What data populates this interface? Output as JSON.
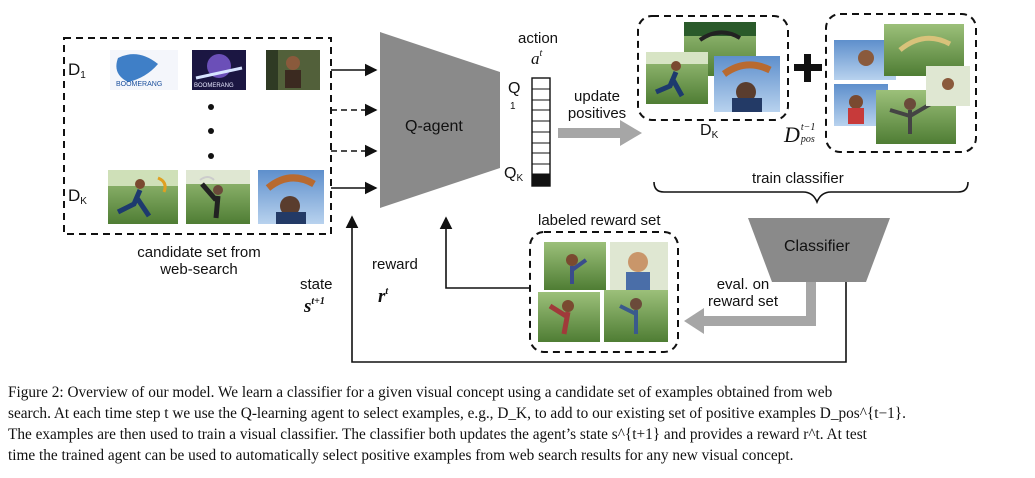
{
  "diagram": {
    "d1_label": "D",
    "d1_sub": "1",
    "dk_label": "D",
    "dk_sub": "K",
    "candidate_caption_line1": "candidate set from",
    "candidate_caption_line2": "web-search",
    "thumbnail_logo_1": "BOOMERANG",
    "thumbnail_logo_2": "BOOMERANG",
    "q_agent_label": "Q-agent",
    "action_label": "action",
    "action_symbol": "a",
    "action_sup": "t",
    "q1_label": "Q",
    "q1_sub": "1",
    "qk_label": "Q",
    "qk_sub": "K",
    "update_line1": "update",
    "update_line2": "positives",
    "dk_pos_label": "D",
    "dk_pos_sub": "K",
    "dpos_symbol": "D",
    "dpos_sup": "t−1",
    "dpos_sub": "pos",
    "train_classifier_label": "train classifier",
    "classifier_label": "Classifier",
    "labeled_reward_set_label": "labeled reward set",
    "eval_line1": "eval. on",
    "eval_line2": "reward set",
    "reward_label": "reward",
    "reward_symbol": "r",
    "reward_sup": "t",
    "state_label": "state",
    "state_symbol": "s",
    "state_sup": "t+1"
  },
  "caption": {
    "line1": "Figure 2: Overview of our model. We learn a classifier for a given visual concept using a candidate set of examples obtained from web",
    "line2": "search. At each time step t we use the Q-learning agent to select examples, e.g., D_K, to add to our existing set of positive examples D_pos^{t−1}.",
    "line3": "The examples are then used to train a visual classifier. The classifier both updates the agent’s state s^{t+1} and provides a reward r^t. At test",
    "line4": "time the trained agent can be used to automatically select positive examples from web search results for any new visual concept."
  },
  "colors": {
    "agent_fill": "#8a8a8a",
    "gray_arrow": "#a6a6a6",
    "sky": "#7fa9d6",
    "grass": "#5c8a3a"
  }
}
